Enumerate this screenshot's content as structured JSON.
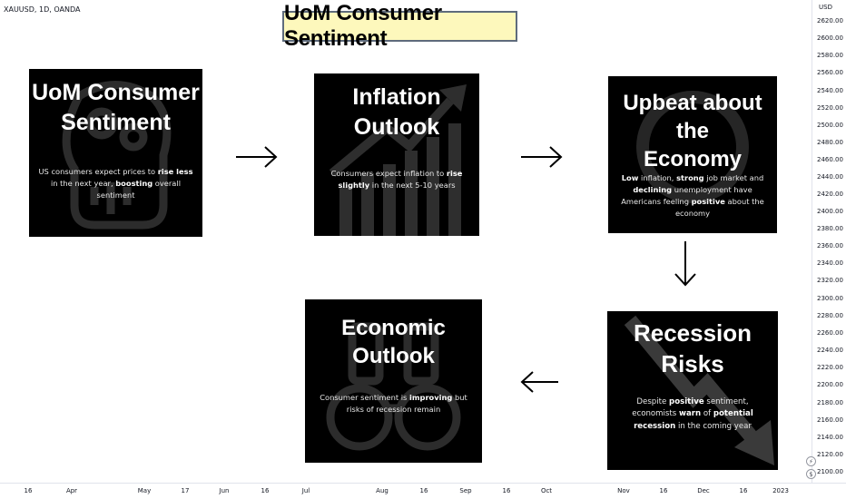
{
  "chart": {
    "symbol": "XAUUSD, 1D, OANDA",
    "title": "UoM Consumer Sentiment",
    "currency": "USD",
    "price_ticks": [
      "2620.00",
      "2600.00",
      "2580.00",
      "2560.00",
      "2540.00",
      "2520.00",
      "2500.00",
      "2480.00",
      "2460.00",
      "2440.00",
      "2420.00",
      "2400.00",
      "2380.00",
      "2360.00",
      "2340.00",
      "2320.00",
      "2300.00",
      "2280.00",
      "2260.00",
      "2240.00",
      "2220.00",
      "2200.00",
      "2180.00",
      "2160.00",
      "2140.00",
      "2120.00",
      "2100.00"
    ],
    "time_ticks": [
      "16",
      "Apr",
      "May",
      "17",
      "Jun",
      "16",
      "Jul",
      "Aug",
      "16",
      "Sep",
      "16",
      "Oct",
      "Nov",
      "16",
      "Dec",
      "16",
      "2023"
    ]
  },
  "cards": {
    "sentiment": {
      "title_1": "UoM Consumer",
      "title_2": "Sentiment",
      "b1": "US consumers expect prices to ",
      "b1_strong": "rise less",
      "b2": " in the next year, ",
      "b2_strong": "boosting",
      "b3": " overall sentiment"
    },
    "inflation": {
      "title_1": "Inflation",
      "title_2": "Outlook",
      "b1": "Consumers expect inflation to ",
      "b1_strong": "rise slightly",
      "b2": " in the next 5-10 years"
    },
    "economy": {
      "title_1": "Upbeat about the",
      "title_2": "Economy",
      "b1_strong": "Low",
      "b1": " inflation, ",
      "b2_strong": "strong",
      "b2": " job market and ",
      "b3_strong": "declining",
      "b3": " unemployment have Americans feeling ",
      "b4_strong": "positive",
      "b4": " about the economy"
    },
    "recession": {
      "title_1": "Recession Risks",
      "b1": "Despite ",
      "b1_strong": "positive",
      "b2": " sentiment, economists ",
      "b2_strong": "warn",
      "b3": " of ",
      "b3_strong": "potential recession",
      "b4": " in the coming year"
    },
    "outlook": {
      "title_1": "Economic",
      "title_2": "Outlook",
      "b1": "Consumer sentiment is ",
      "b1_strong": "improving",
      "b2": " but risks of recession remain"
    }
  },
  "icons": {
    "axis_1": "lightning-icon",
    "axis_2": "currency-icon",
    "axis_3": "settings-icon"
  }
}
